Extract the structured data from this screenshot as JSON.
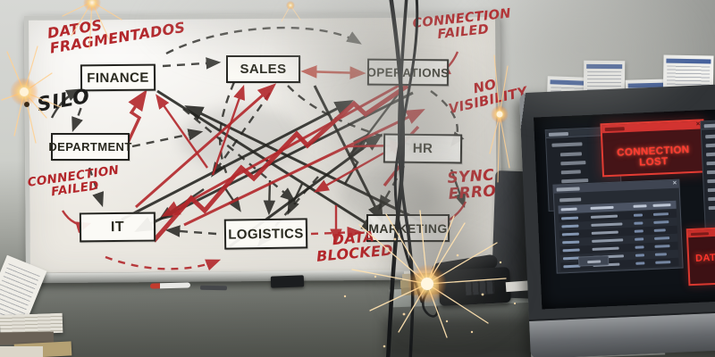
{
  "whiteboard": {
    "boxes": [
      {
        "id": "finance",
        "label": "FINANCE"
      },
      {
        "id": "sales",
        "label": "SALES"
      },
      {
        "id": "operations",
        "label": "OPERATIONS"
      },
      {
        "id": "department",
        "label": "DEPARTMENT"
      },
      {
        "id": "hr",
        "label": "HR"
      },
      {
        "id": "it",
        "label": "IT"
      },
      {
        "id": "logistics",
        "label": "LOGISTICS"
      },
      {
        "id": "marketing",
        "label": "MARKETING"
      }
    ],
    "annotations": [
      {
        "id": "datos-fragmentados",
        "text": "DATOS\nFRAGMENTADOS",
        "color": "#b3272b"
      },
      {
        "id": "silo",
        "text": "SILO",
        "color": "#1e1e1c"
      },
      {
        "id": "connection-failed-top",
        "text": "CONNECTION\nFAILED",
        "color": "#b3272b"
      },
      {
        "id": "no-visibility",
        "text": "NO\nVISIBILITY",
        "color": "#b3272b"
      },
      {
        "id": "sync-error",
        "text": "SYNC\nERROR",
        "color": "#b3272b"
      },
      {
        "id": "connection-failed-left",
        "text": "CONNECTION\nFAILED",
        "color": "#b3272b"
      },
      {
        "id": "data-blocked",
        "text": "DATA\nBLOCKED",
        "color": "#b3272b"
      }
    ]
  },
  "monitor": {
    "connection_lost_alert": {
      "label": "CONNECTION LOST"
    },
    "data_alert": {
      "label": "DATA"
    },
    "close_glyph": "✕"
  },
  "colors": {
    "marker_red": "#b3272b",
    "marker_black": "#23231f",
    "alert_text_red": "#ff3b30",
    "alert_header_red": "#d23330",
    "screen_bg": "#0f1318",
    "whiteboard": "#ece9e2"
  }
}
